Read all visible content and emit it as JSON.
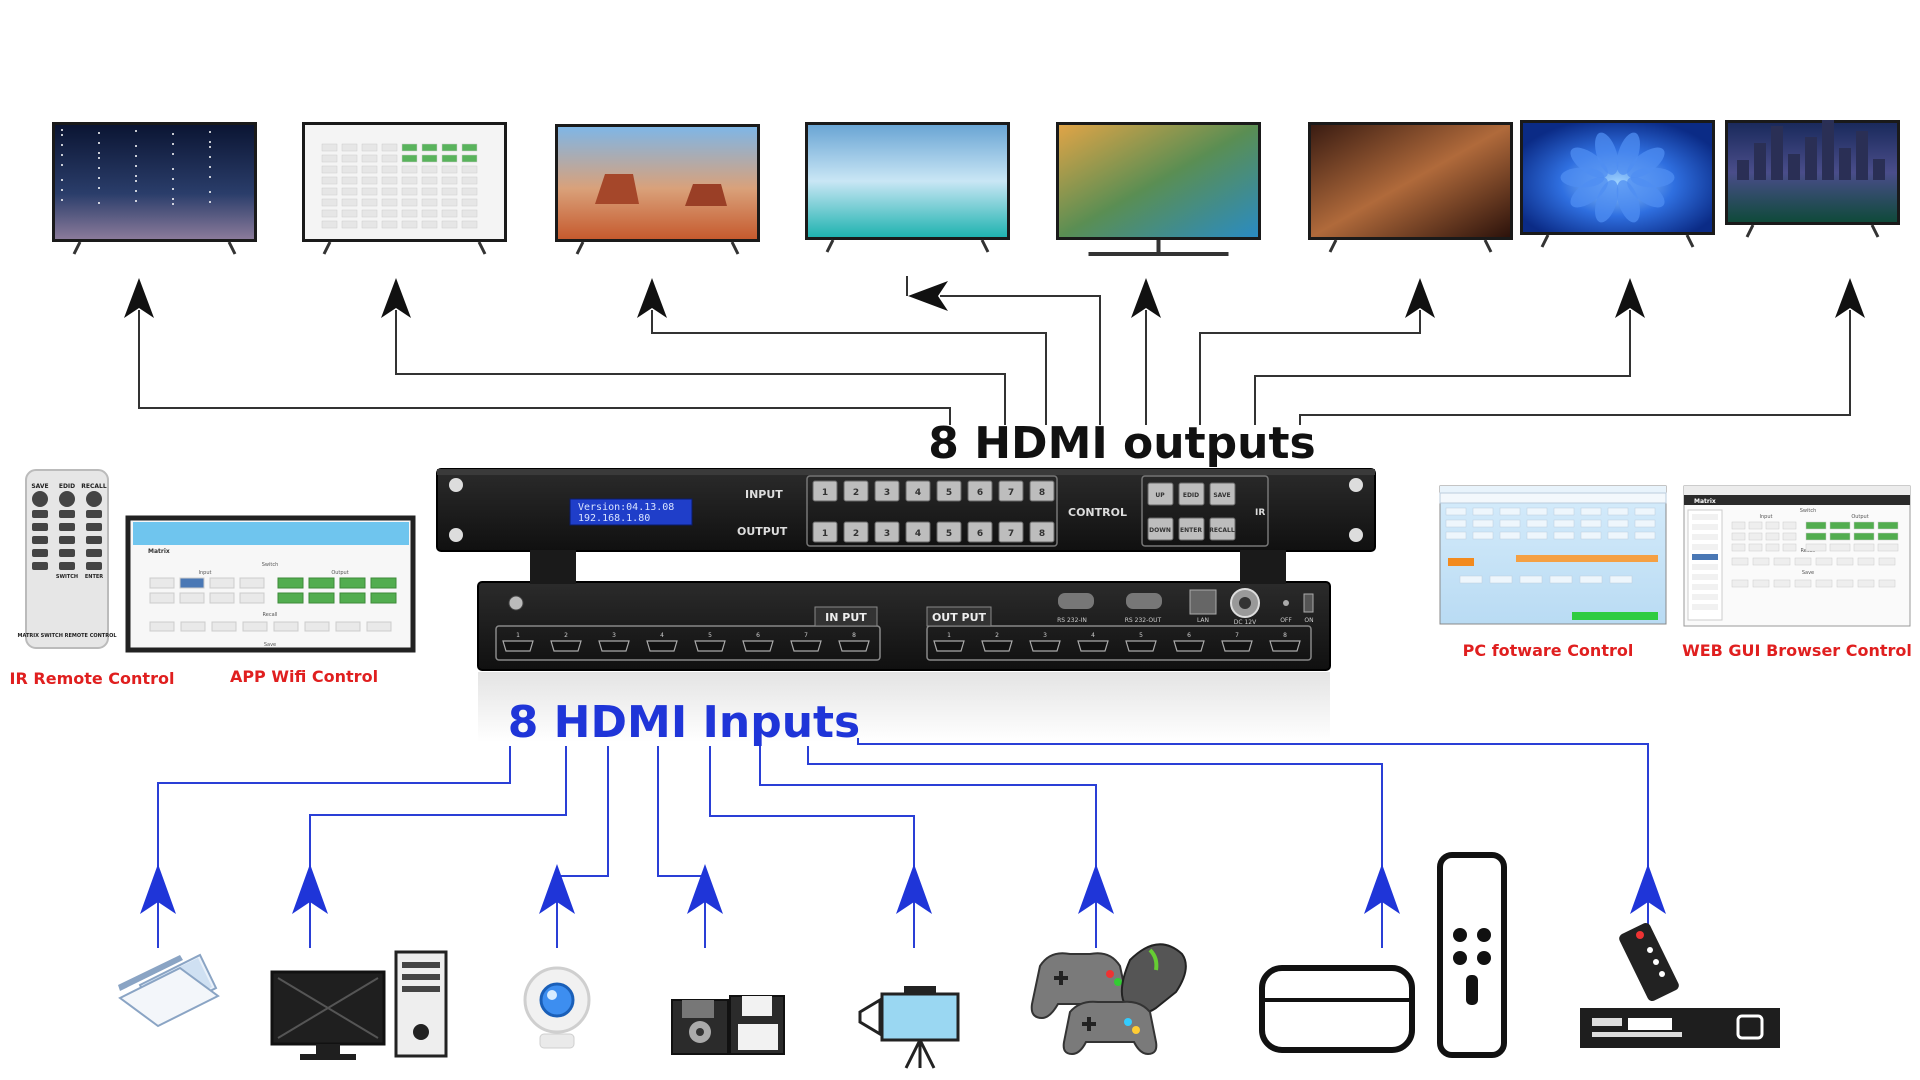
{
  "title_outputs": "8 HDMI outputs",
  "title_inputs": "8 HDMI Inputs",
  "colors": {
    "output_lines": "#333333",
    "input_lines": "#2a3fd6",
    "input_title": "#1f35d8",
    "control_labels": "#e01f1f",
    "device_body": "#1b1b1b"
  },
  "controls": {
    "ir": "IR Remote Control",
    "app": "APP Wifi Control",
    "pc": "PC fotware Control",
    "web": "WEB GUI Browser Control"
  },
  "device": {
    "lcd_line1": "Version:04.13.08",
    "lcd_line2": "192.168.1.80",
    "input_label": "INPUT",
    "output_label": "OUTPUT",
    "control_label": "CONTROL",
    "ctrl_buttons": [
      "UP",
      "EDID",
      "SAVE",
      "DOWN",
      "ENTER",
      "RECALL"
    ],
    "ir_label": "IR",
    "rear_in_label": "IN PUT",
    "rear_out_label": "OUT PUT",
    "rear_ports": [
      "RS 232-IN",
      "RS 232-OUT",
      "LAN",
      "DC 12V",
      "OFF",
      "ON"
    ],
    "numbers": [
      "1",
      "2",
      "3",
      "4",
      "5",
      "6",
      "7",
      "8"
    ]
  },
  "remote": {
    "top_labels": [
      "SAVE",
      "EDID",
      "RECALL"
    ],
    "bottom_labels": [
      "SWITCH",
      "ENTER"
    ],
    "footer": "MATRIX SWITCH REMOTE CONTROL"
  },
  "app_screen": {
    "title": "Matrix",
    "switch": "Switch",
    "input": "Input",
    "output": "Output",
    "recall": "Recall",
    "save": "Save"
  },
  "web_screen": {
    "title": "Matrix",
    "switch": "Switch",
    "input": "Input",
    "output": "Output",
    "recall": "Recall",
    "save": "Save"
  },
  "tv_names": [
    "tv-1",
    "tv-2",
    "tv-3",
    "tv-4",
    "tv-5",
    "tv-6",
    "tv-7",
    "tv-8"
  ],
  "source_icons": [
    "laptop-icon",
    "desktop-pc-icon",
    "webcam-icon",
    "disk-drive-icon",
    "projector-icon",
    "gamepad-icon",
    "set-top-box-icon",
    "dvd-player-icon"
  ]
}
